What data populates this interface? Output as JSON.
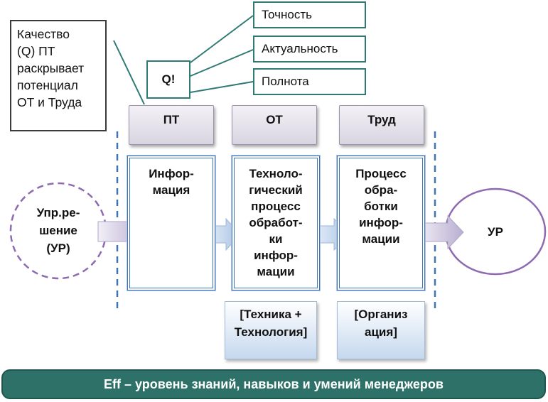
{
  "note": [
    "Качество",
    "(Q) ПТ",
    "раскрывает",
    "потенциал",
    "ОТ и Труда"
  ],
  "quality_symbol": "Q!",
  "criteria": [
    "Точность",
    "Актуальность",
    "Полнота"
  ],
  "columns": [
    {
      "header": "ПТ",
      "body": [
        "Инфор-",
        "мация"
      ]
    },
    {
      "header": "ОТ",
      "body": [
        "Техноло-",
        "гический",
        "процесс",
        "обработ-",
        "ки",
        "инфор-",
        "мации"
      ]
    },
    {
      "header": "Труд",
      "body": [
        "Процесс",
        "обра-",
        "ботки",
        "инфор-",
        "мации"
      ]
    }
  ],
  "supports": [
    [
      "[Техника +",
      "Технология]"
    ],
    [
      "[Организ",
      "ация]"
    ]
  ],
  "input": [
    "Упр.ре-",
    "шение",
    "(УР)"
  ],
  "output": "УР",
  "footer": "Eff – уровень знаний, навыков и умений менеджеров",
  "colors": {
    "teal": "#2e7168",
    "stage_border": "#3f74b8",
    "header_fill": "#d9d4e1",
    "arrow_fill": "#c8bfdd",
    "circle_stroke": "#8e6bb0"
  }
}
